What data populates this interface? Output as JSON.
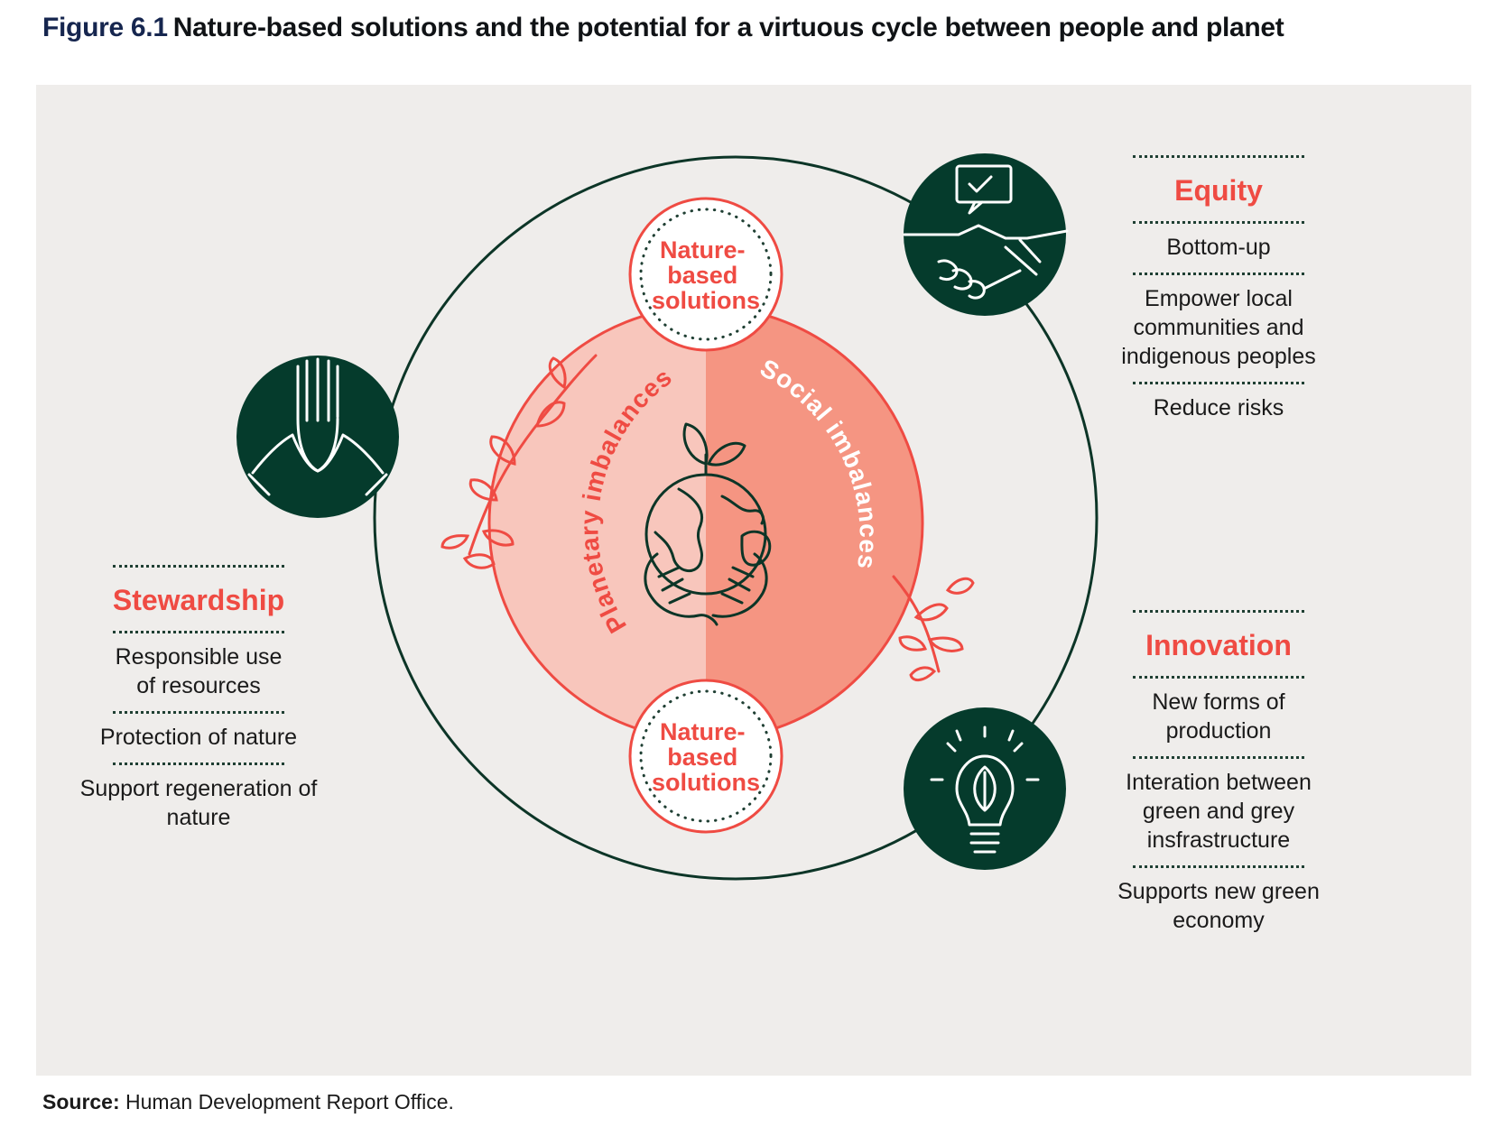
{
  "title": {
    "number": "Figure 6.1",
    "text": "Nature-based solutions and the potential for a virtuous cycle between people and planet"
  },
  "diagram": {
    "top_node": [
      "Nature-",
      "based",
      "solutions"
    ],
    "bottom_node": [
      "Nature-",
      "based",
      "solutions"
    ],
    "left_arc_label": "Planetary imbalances",
    "right_arc_label": "Social imbalances",
    "icons": {
      "stewardship": "hands-together-icon",
      "equity": "handshake-icon",
      "innovation": "lightbulb-leaf-icon",
      "center": "earth-in-hands-icon"
    }
  },
  "panels": {
    "stewardship": {
      "heading": "Stewardship",
      "items": [
        "Responsible use of resources",
        "Protection of nature",
        "Support regeneration of nature"
      ]
    },
    "equity": {
      "heading": "Equity",
      "items": [
        "Bottom-up",
        "Empower local communities and indigenous peoples",
        "Reduce risks"
      ]
    },
    "innovation": {
      "heading": "Innovation",
      "items": [
        "New forms of production",
        "Interation between green and grey insfrastructure",
        "Supports new green economy"
      ]
    }
  },
  "source": {
    "label": "Source:",
    "text": "Human Development Report Office."
  },
  "colors": {
    "accent": "#ef4b43",
    "dark_green": "#053b2c",
    "pink_light": "#f8c6bc",
    "pink_dark": "#f59582",
    "panel_bg": "#efedeb"
  }
}
